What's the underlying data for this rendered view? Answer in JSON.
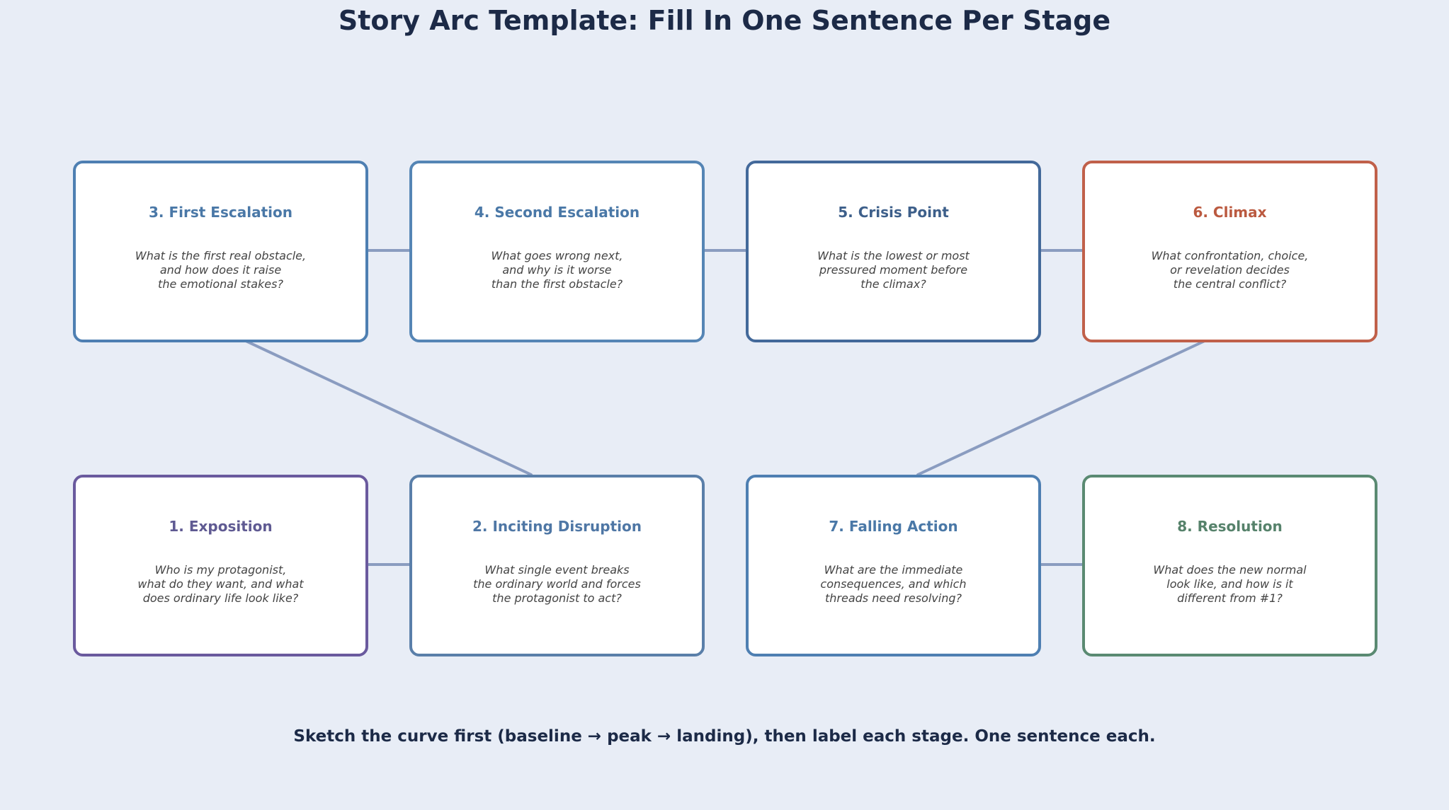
{
  "title": "Story Arc Template: Fill In One Sentence Per Stage",
  "footer": "Sketch the curve first (baseline → peak → landing), then label each stage. One sentence each.",
  "stages": [
    {
      "title": "1. Exposition",
      "prompt": "Who is my protagonist,\nwhat do they want, and what\ndoes ordinary life look like?",
      "color": "#6a5a9e"
    },
    {
      "title": "2. Inciting Disruption",
      "prompt": "What single event breaks\nthe ordinary world and forces\nthe protagonist to act?",
      "color": "#5a7fa9"
    },
    {
      "title": "3. First Escalation",
      "prompt": "What is the first real obstacle,\nand how does it raise\nthe emotional stakes?",
      "color": "#4e7fb2"
    },
    {
      "title": "4. Second Escalation",
      "prompt": "What goes wrong next,\nand why is it worse\nthan the first obstacle?",
      "color": "#5585b5"
    },
    {
      "title": "5. Crisis Point",
      "prompt": "What is the lowest or most\npressured moment before\nthe climax?",
      "color": "#43699a"
    },
    {
      "title": "6. Climax",
      "prompt": "What confrontation, choice,\nor revelation decides\nthe central conflict?",
      "color": "#c0604a"
    },
    {
      "title": "7. Falling Action",
      "prompt": "What are the immediate\nconsequences, and which\nthreads need resolving?",
      "color": "#4e7fb2"
    },
    {
      "title": "8. Resolution",
      "prompt": "What does the new normal\nlook like, and how is it\ndifferent from #1?",
      "color": "#5a8a72"
    }
  ]
}
